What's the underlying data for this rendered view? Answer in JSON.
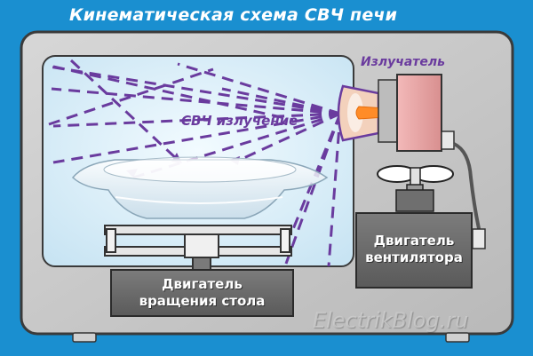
{
  "title": "Кинематическая схема СВЧ печи",
  "labels": {
    "emitter": "Излучатель",
    "radiation": "СВЧ излучение",
    "fan_motor_line1": "Двигатель",
    "fan_motor_line2": "вентилятора",
    "table_motor_line1": "Двигатель",
    "table_motor_line2": "вращения стола"
  },
  "watermark": "ElectrikBlog.ru",
  "colors": {
    "background": "#1a8fd0",
    "body": "#c9c9c9",
    "chamber": "#dbeef8",
    "radiation": "#6a3b9e",
    "emitter": "#e8a4a4",
    "motor": "#6b6b6b",
    "beam": "#ff8c28"
  }
}
